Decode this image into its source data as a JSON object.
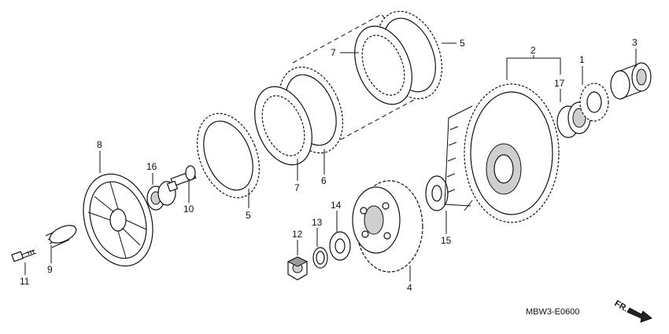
{
  "diagram": {
    "callouts": {
      "c1": "1",
      "c2": "2",
      "c3": "3",
      "c4": "4",
      "c5a": "5",
      "c5b": "5",
      "c6": "6",
      "c7a": "7",
      "c7b": "7",
      "c8": "8",
      "c9": "9",
      "c10": "10",
      "c11": "11",
      "c12": "12",
      "c13": "13",
      "c14": "14",
      "c15": "15",
      "c16": "16",
      "c17": "17"
    },
    "code": "MBW3-E0600",
    "direction_label": "FR."
  }
}
